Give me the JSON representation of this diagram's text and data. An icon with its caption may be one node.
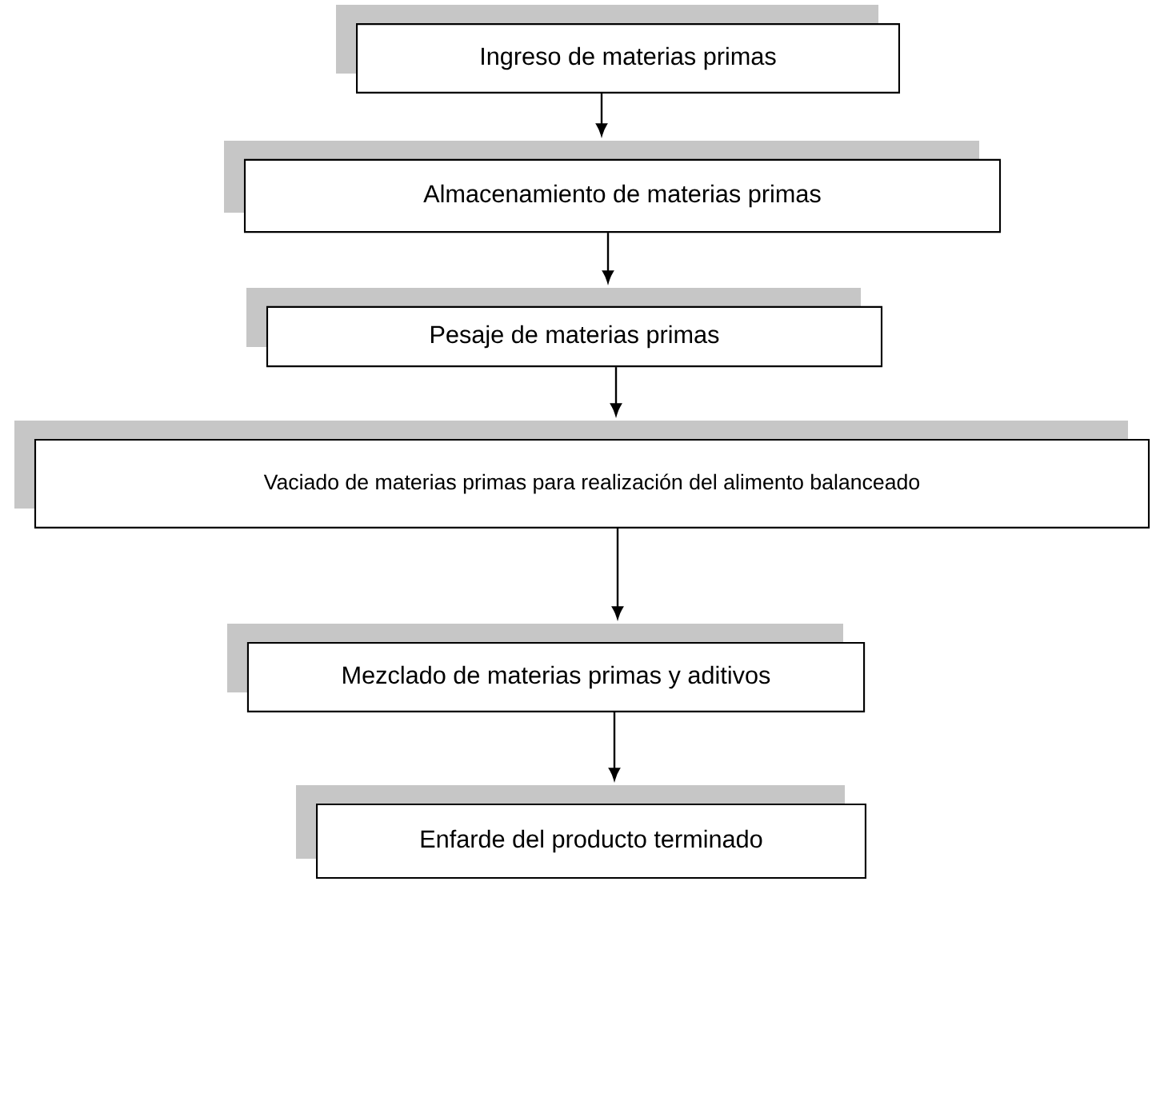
{
  "diagram": {
    "nodes": [
      {
        "text": [
          "Ingreso de materias primas"
        ]
      },
      {
        "text": [
          "Almacenamiento  de materias primas"
        ]
      },
      {
        "text": [
          "Pesaje  de materias primas"
        ]
      },
      {
        "text": [
          "Vaciado de materias primas para realización del  alimento balanceado"
        ]
      },
      {
        "text": [
          "Mezclado de materias primas y aditivos"
        ]
      },
      {
        "text": [
          "Enfarde del producto terminado"
        ]
      }
    ],
    "edges": [
      {
        "from": 0,
        "to": 1,
        "arrow": "to"
      },
      {
        "from": 1,
        "to": 2,
        "arrow": "to"
      },
      {
        "from": 2,
        "to": 3,
        "arrow": "to"
      },
      {
        "from": 3,
        "to": 4,
        "arrow": "to"
      },
      {
        "from": 4,
        "to": 5,
        "arrow": "to"
      }
    ]
  }
}
